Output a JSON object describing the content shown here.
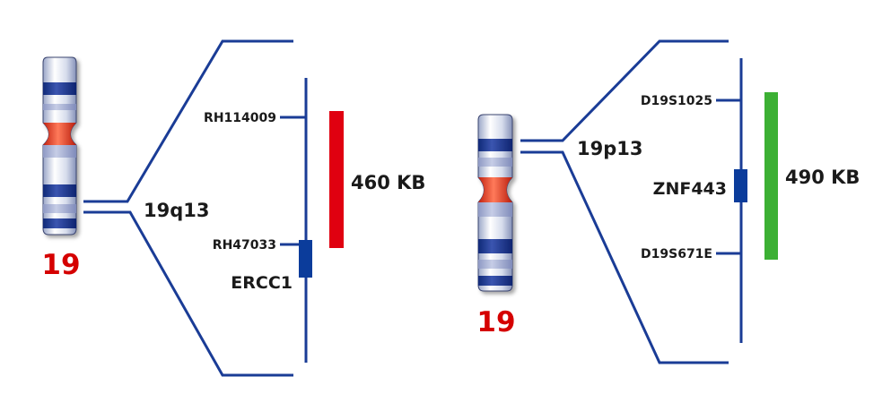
{
  "colors": {
    "line": "#1a3c96",
    "band_dark": "#1a3590",
    "centromere": "#e0311f",
    "chrom_label": "#d50000",
    "bar_left": "#e00010",
    "bar_right": "#3cb034",
    "gene_box": "#0b3c9b",
    "text": "#1a1a1a"
  },
  "left_panel": {
    "chromosome_label": "19",
    "region_label": "19q13",
    "markers": [
      "RH114009",
      "RH47033"
    ],
    "gene": "ERCC1",
    "size_label": "460 KB"
  },
  "right_panel": {
    "chromosome_label": "19",
    "region_label": "19p13",
    "markers": [
      "D19S1025",
      "D19S671E"
    ],
    "gene": "ZNF443",
    "size_label": "490 KB"
  }
}
